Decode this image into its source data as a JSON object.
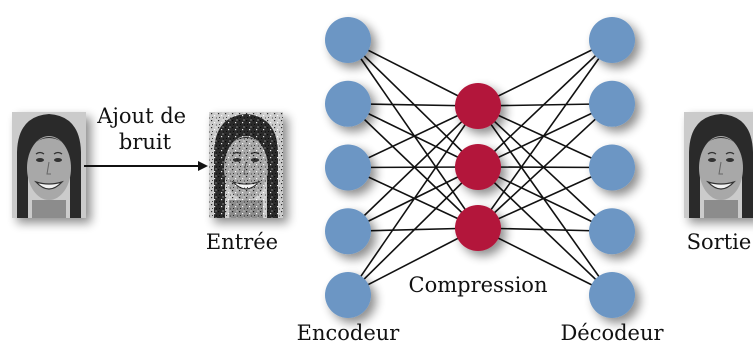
{
  "labels": {
    "noise_step": [
      "Ajout de",
      "bruit"
    ],
    "input": "Entrée",
    "compression": "Compression",
    "encoder": "Encodeur",
    "decoder": "Décodeur",
    "output": "Sortie"
  },
  "network": {
    "encoder_nodes": 5,
    "bottleneck_nodes": 3,
    "decoder_nodes": 5
  },
  "colors": {
    "encoder_node": "#6c96c4",
    "bottleneck_node": "#b3143a",
    "decoder_node": "#6c96c4",
    "edge": "#111111"
  },
  "images": {
    "original_face": "face-photo",
    "noisy_face": "noisy-face-photo",
    "output_face": "face-photo"
  }
}
